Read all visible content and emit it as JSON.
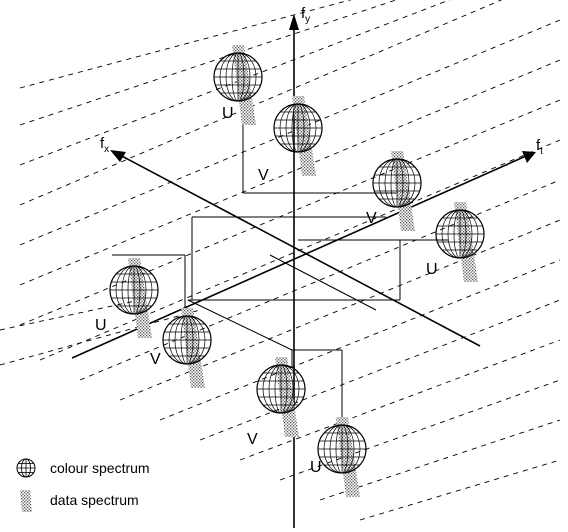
{
  "axes": {
    "fy": {
      "main": "f",
      "sub": "y"
    },
    "fx": {
      "main": "f",
      "sub": "x"
    },
    "ft": {
      "main": "f",
      "sub": "t"
    }
  },
  "sphere_labels": [
    "U",
    "V",
    "V",
    "U",
    "U",
    "V",
    "V",
    "U"
  ],
  "legend": {
    "colour": {
      "icon": "wireframe-sphere-icon",
      "label": "colour spectrum"
    },
    "data": {
      "icon": "dotted-band-icon",
      "label": "data spectrum"
    }
  },
  "colors": {
    "ink": "#000000",
    "band": "#777777",
    "background": "#ffffff"
  }
}
